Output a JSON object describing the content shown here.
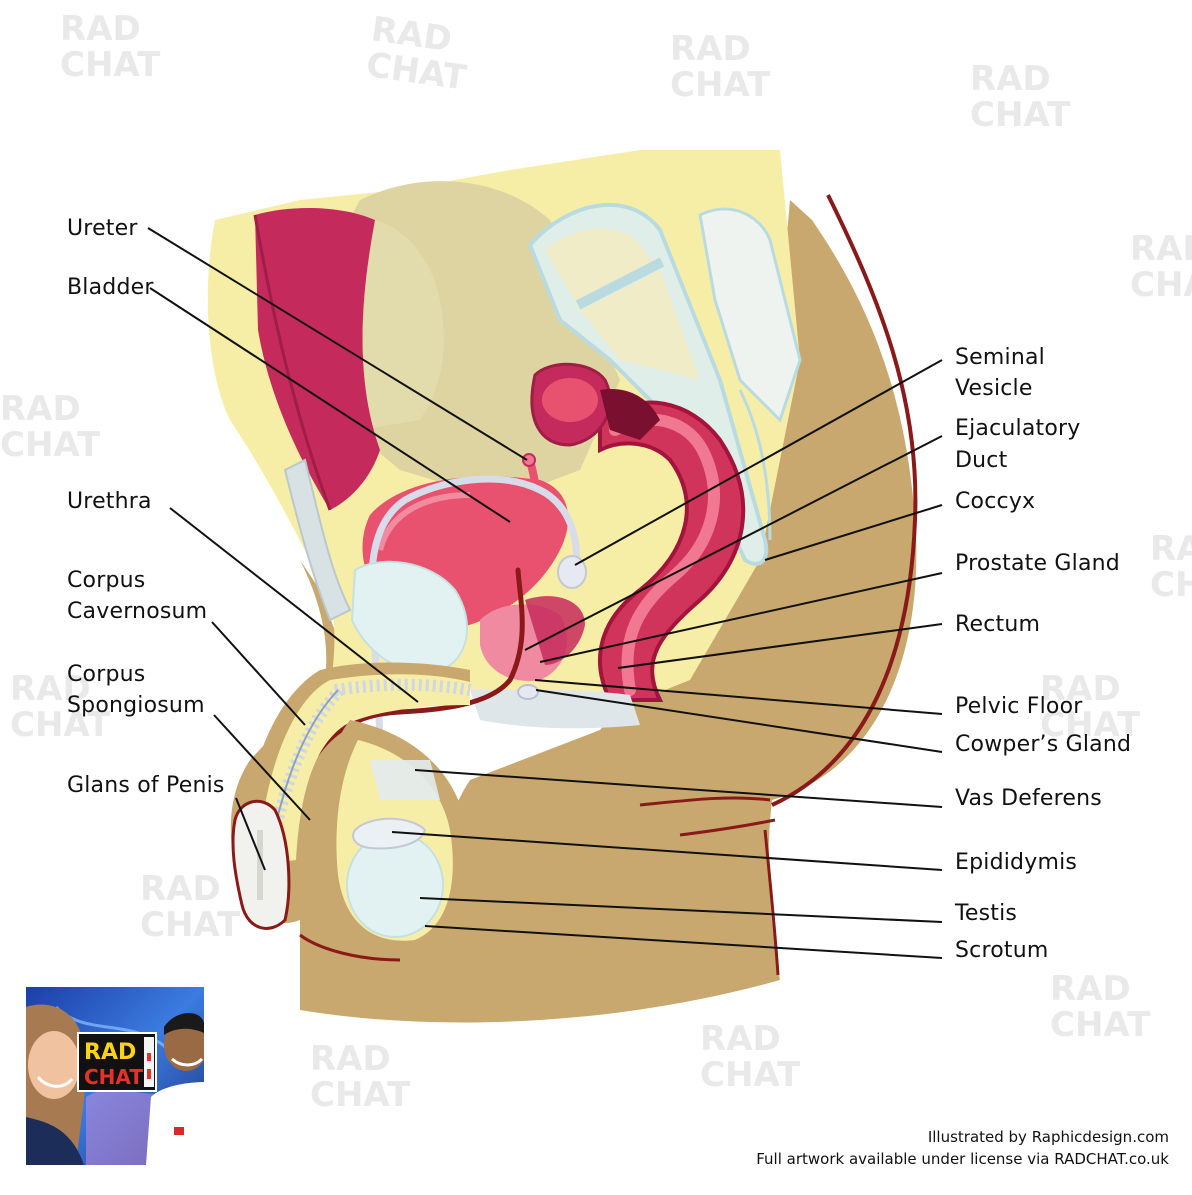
{
  "watermark": {
    "line1": "RAD",
    "line2": "CHAT"
  },
  "labels": {
    "ureter": "Ureter",
    "bladder": "Bladder",
    "urethra": "Urethra",
    "corpus_cavernosum_1": "Corpus",
    "corpus_cavernosum_2": "Cavernosum",
    "corpus_spongiosum_1": "Corpus",
    "corpus_spongiosum_2": "Spongiosum",
    "glans": "Glans of Penis",
    "seminal_vesicle_1": "Seminal",
    "seminal_vesicle_2": "Vesicle",
    "ejaculatory_duct_1": "Ejaculatory",
    "ejaculatory_duct_2": "Duct",
    "coccyx": "Coccyx",
    "prostate": "Prostate Gland",
    "rectum": "Rectum",
    "pelvic_floor": "Pelvic Floor",
    "cowpers_gland": "Cowper’s Gland",
    "vas_deferens": "Vas Deferens",
    "epididymis": "Epididymis",
    "testis": "Testis",
    "scrotum": "Scrotum"
  },
  "credits": {
    "line1": "Illustrated by Raphicdesign.com",
    "line2": "Full artwork available under license via RADCHAT.co.uk"
  },
  "logo": {
    "line1": "RAD",
    "line2": "CHAT"
  },
  "colors": {
    "skin": "#c8a86e",
    "skin_dark": "#8a1a1a",
    "fat": "#f6eea6",
    "bone": "#f1ecc8",
    "bone_outline": "#b9dbe0",
    "bladder": "#e8526e",
    "muscle": "#c52a5c",
    "rectum": "#d1345a",
    "testis": "#e2f2f2",
    "pelvis_bg": "#ddd4a2"
  }
}
